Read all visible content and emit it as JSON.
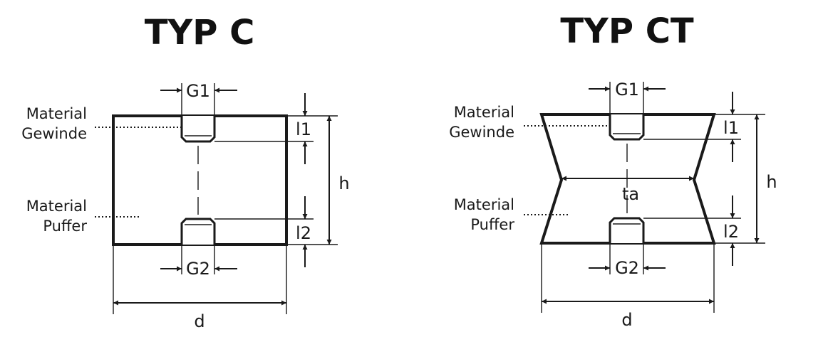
{
  "types": [
    {
      "title": "TYP C",
      "g1": "G1",
      "g2": "G2",
      "l1": "l1",
      "l2": "l2",
      "h": "h",
      "d": "d",
      "material_gewinde": [
        "Material",
        "Gewinde"
      ],
      "material_puffer": [
        "Material",
        "Puffer"
      ]
    },
    {
      "title": "TYP CT",
      "g1": "G1",
      "g2": "G2",
      "l1": "l1",
      "l2": "l2",
      "h": "h",
      "d": "d",
      "ta": "ta",
      "material_gewinde": [
        "Material",
        "Gewinde"
      ],
      "material_puffer": [
        "Material",
        "Puffer"
      ]
    }
  ],
  "colors": {
    "line": "#1a1a1a",
    "background": "#ffffff"
  }
}
